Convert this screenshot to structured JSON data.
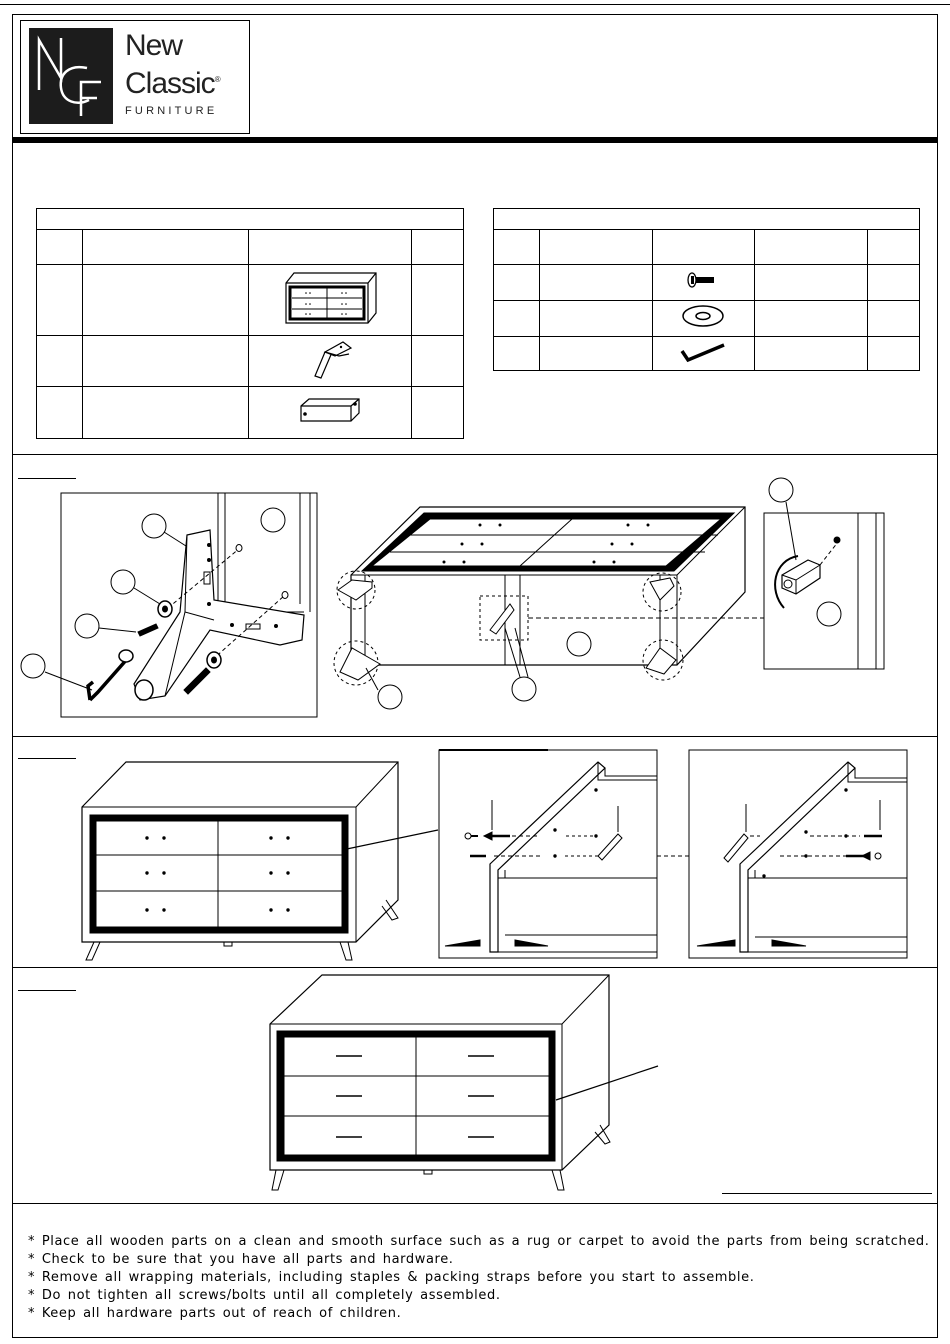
{
  "brand": {
    "logo_monogram": "NCF",
    "name_line1": "New",
    "name_line2": "Classic",
    "registered_mark": "®",
    "name_line3": "FURNITURE"
  },
  "notes": [
    "* Place all wooden parts on a clean and smooth surface such as a rug or carpet to avoid the parts from being scratched.",
    "* Check to be sure  that you have all parts and hardware.",
    "* Remove all wrapping materials, including staples & packing straps before you start to assemble.",
    "* Do not tighten all screws/bolts until all completely assembled.",
    "* Keep all hardware parts out of reach of children."
  ],
  "icons": [
    "dresser-part-icon",
    "leg-part-icon",
    "center-support-part-icon",
    "bolt-icon",
    "washer-icon",
    "allen-key-icon"
  ]
}
